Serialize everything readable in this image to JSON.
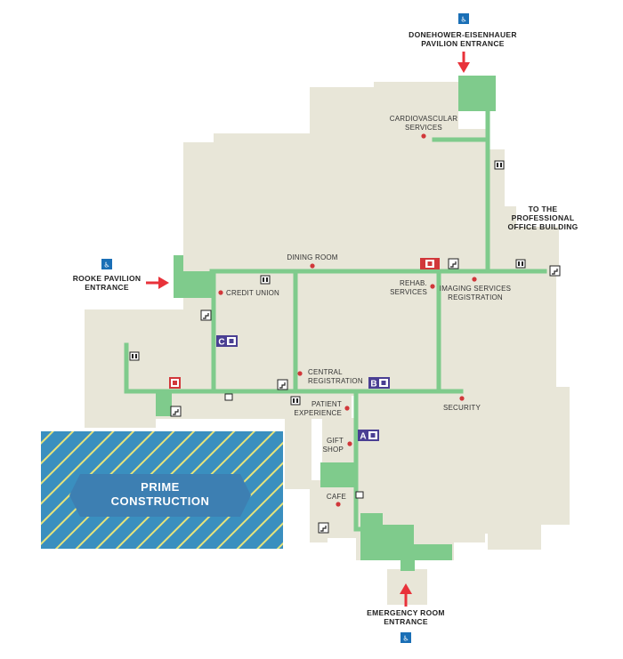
{
  "colors": {
    "building": "#e8e6d8",
    "corridor": "#7fcb8c",
    "dot": "#d1373a",
    "arrow": "#e8323a",
    "elevator_purple": "#4a3f93",
    "elevator_red": "#d1373a",
    "accessible_blue": "#1a6fb6",
    "construction_blue": "#3a8fbf",
    "construction_label_bg": "#3d7fb2",
    "hatch": "#e6e37a"
  },
  "entrances": {
    "donehower": {
      "line1": "DONEHOWER-EISENHAUER",
      "line2": "PAVILION ENTRANCE",
      "icon": "wheelchair-icon"
    },
    "rooke": {
      "line1": "ROOKE PAVILION",
      "line2": "ENTRANCE",
      "icon": "wheelchair-icon"
    },
    "professional": {
      "line1": "TO THE",
      "line2": "PROFESSIONAL",
      "line3": "OFFICE BUILDING"
    },
    "emergency": {
      "line1": "EMERGENCY ROOM",
      "line2": "ENTRANCE",
      "icon": "wheelchair-icon"
    }
  },
  "locations": {
    "cardiovascular": {
      "line1": "CARDIOVASCULAR",
      "line2": "SERVICES"
    },
    "dining": {
      "line1": "DINING ROOM"
    },
    "credit_union": {
      "line1": "CREDIT UNION"
    },
    "rehab": {
      "line1": "REHAB.",
      "line2": "SERVICES"
    },
    "imaging": {
      "line1": "IMAGING SERVICES",
      "line2": "REGISTRATION"
    },
    "central_reg": {
      "line1": "CENTRAL",
      "line2": "REGISTRATION"
    },
    "patient_exp": {
      "line1": "PATIENT",
      "line2": "EXPERIENCE"
    },
    "security": {
      "line1": "SECURITY"
    },
    "gift_shop": {
      "line1": "GIFT",
      "line2": "SHOP"
    },
    "cafe": {
      "line1": "CAFE"
    }
  },
  "construction": {
    "line1": "PRIME",
    "line2": "CONSTRUCTION"
  },
  "elevators": {
    "a": "A",
    "b": "B",
    "c": "C"
  }
}
